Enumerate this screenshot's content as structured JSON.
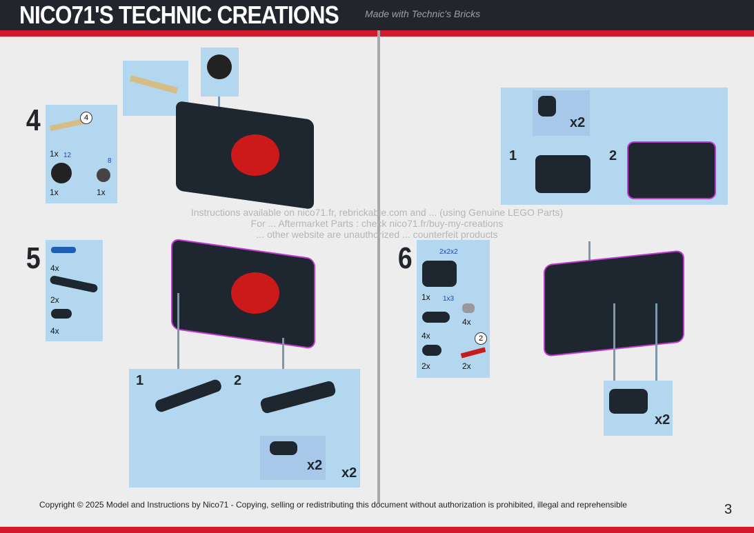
{
  "header": {
    "title": "NICO71'S TECHNIC CREATIONS",
    "subtitle": "Made with Technic's Bricks"
  },
  "watermark": {
    "line1": "Instructions available on nico71.fr, rebrickable.com and ... (using Genuine LEGO Parts)",
    "line2": "For ... Aftermarket Parts : check nico71.fr/buy-my-creations",
    "line3": "... other website are unauthorized ... counterfeit products"
  },
  "steps": [
    {
      "number": "4",
      "parts": [
        {
          "qty": "1x",
          "note": "12",
          "callout": "4"
        },
        {
          "qty": "1x"
        },
        {
          "qty": "1x",
          "note": "8"
        }
      ]
    },
    {
      "number": "5",
      "parts": [
        {
          "qty": "4x"
        },
        {
          "qty": "2x"
        },
        {
          "qty": "4x"
        }
      ],
      "substeps": [
        "1",
        "2"
      ],
      "multipliers": [
        "x2",
        "x2"
      ]
    },
    {
      "number": "6",
      "parts": [
        {
          "qty": "1x",
          "note": "2x2x2"
        },
        {
          "qty": "4x",
          "note": "1x3"
        },
        {
          "qty": "4x"
        },
        {
          "qty": "2x"
        },
        {
          "qty": "2x",
          "callout": "2"
        }
      ],
      "substeps": [
        "1",
        "2"
      ],
      "multipliers": [
        "x2",
        "x2"
      ]
    }
  ],
  "footer": {
    "copyright": "Copyright © 2025 Model and Instructions by Nico71 - Copying, selling or redistributing this document without authorization is prohibited, illegal and reprehensible",
    "page": "3"
  }
}
